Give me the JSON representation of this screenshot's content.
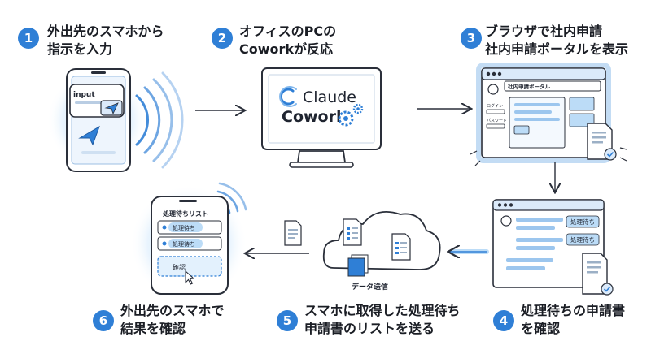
{
  "steps": [
    {
      "number": "1",
      "line1": "外出先のスマホから",
      "line2": "指示を入力"
    },
    {
      "number": "2",
      "line1": "オフィスのPCの",
      "line2": "Coworkが反応"
    },
    {
      "number": "3",
      "line1": "ブラウザで社内申請",
      "line2": "社内申請ポータルを表示"
    },
    {
      "number": "4",
      "line1": "処理待ちの申請書",
      "line2": "を確認"
    },
    {
      "number": "5",
      "line1": "スマホに取得した処理待ち",
      "line2": "申請書のリストを送る"
    },
    {
      "number": "6",
      "line1": "外出先のスマホで",
      "line2": "結果を確認"
    }
  ],
  "phone1": {
    "input_label": "input"
  },
  "monitor": {
    "brand_line1": "Claude",
    "brand_line2": "Cowork"
  },
  "portal": {
    "title": "社内申請ポータル",
    "field1": "ログイン",
    "field2": "パスワード"
  },
  "pending_window": {
    "badge1": "処理待ち",
    "badge2": "処理待ち"
  },
  "cloud": {
    "label": "データ送信"
  },
  "phone2": {
    "list_title": "処理待ちリスト",
    "item1": "処理待ち",
    "item2": "処理待ち",
    "confirm": "確認"
  },
  "colors": {
    "accent": "#2f7fd6",
    "glow": "#bcdcf7",
    "line": "#2a2f3a"
  }
}
